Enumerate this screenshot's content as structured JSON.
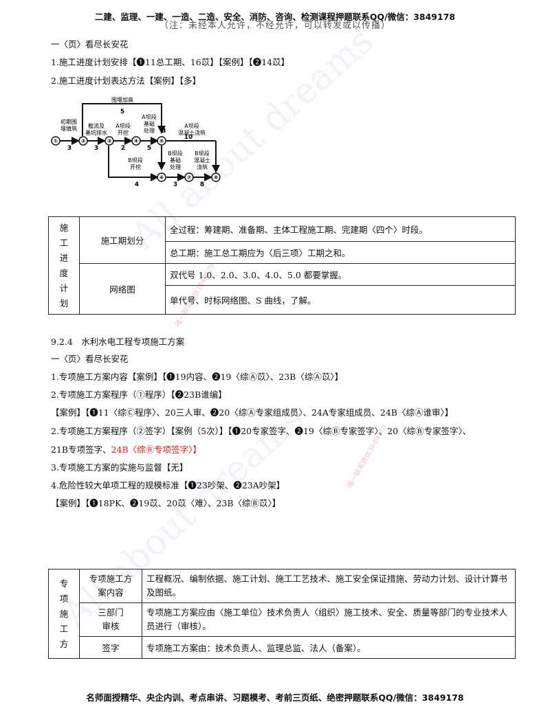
{
  "header": {
    "line1": "二建、监理、一建、一造、二造、安全、消防、咨询、检测课程押题联系QQ/微信：3849178",
    "line2": "（注：未经本人允许，不经允许，可以转发或以传播）"
  },
  "section1": {
    "title": "一〈页〉看尽长安花",
    "item1": "1.施工进度计划安排【❶11总工期、16苡】【案例】【❷14苡】",
    "item2": "2.施工进度计划表达方法【案例】【多】"
  },
  "network": {
    "nodes": [
      "①",
      "②",
      "③",
      "④",
      "⑤",
      "⑥",
      "⑦",
      "⑧"
    ],
    "act_a": "初期围",
    "act_a2": "堰填筑",
    "act_a_dur": "3",
    "act_b": "截流及",
    "act_b2": "基坑排水",
    "act_b_dur": "3",
    "act_c": "A坝段",
    "act_c2": "开挖",
    "act_c_dur": "2",
    "act_d": "A坝段",
    "act_d2": "基础",
    "act_d3": "处理",
    "act_d_dur": "5",
    "act_top": "围堰加高",
    "act_top_dur": "5",
    "act_e": "A坝段",
    "act_e2": "混凝土浇筑",
    "act_e_dur": "10",
    "label_b": "B",
    "act_f": "B坝段",
    "act_f2": "开挖",
    "act_f_dur": "4",
    "act_g": "B坝段",
    "act_g2": "基础",
    "act_g3": "处理",
    "act_g_dur": "3",
    "act_h": "B坝段",
    "act_h2": "混凝土",
    "act_h3": "浇筑",
    "act_h_dur": "8"
  },
  "table1": {
    "side": [
      "施",
      "工",
      "进",
      "度",
      "计",
      "划"
    ],
    "r1_label": "施工期划分",
    "r1a": "全过程：筹建期、准备期、主体工程施工期、完建期〈四个〉时段。",
    "r1b": "总工期：施工总工期应为〈后三项〉工期之和。",
    "r2_label": "网络图",
    "r2a": "双代号 1.0、2.0、3.0、4.0、5.0 都要掌握。",
    "r2b": "单代号、时标网络图、S 曲线，了解。"
  },
  "section2": {
    "heading": "9.2.4　水利水电工程专项施工方案",
    "title": "一〈页〉看尽长安花",
    "l1": "1.专项施工方案内容【案例】【❶19内容、❷19〈综Ⓐ苡〉、23B〈综Ⓐ苡〉】",
    "l2": "2.专项施工方案程序（①程序）【❷23B谁编】",
    "l3": "【案例】【❶11〈综Ⓒ程序〉、20三人审、❷20〈综Ⓐ专家组成员〉、24A专家组成员、24B〈综Ⓐ谁审〉】",
    "l4": "2.专项施工方案程序（②签字）【案例（5次）】【❶20专家签字、❷19〈综Ⓑ专家签字〉、20〈综Ⓑ专家签字〉、",
    "l5a": "21B专项签字、",
    "l5b": "24B〈综Ⓑ专项签字〉】",
    "l6": "3.专项施工方案的实施与监督【无】",
    "l7": "4.危险性较大单项工程的规模标准【❶23吵架、❷23A吵架】",
    "l8": "【案例】【❶18PK、❷19苡、20苡〈难〉、23B〈综Ⓑ苡〉】"
  },
  "table2": {
    "side": [
      "专",
      "项",
      "施",
      "工",
      "方"
    ],
    "r1_label_a": "专项施工方",
    "r1_label_b": "案内容",
    "r1": "工程概况、编制依据、施工计划、施工工艺技术、施工安全保证措施、劳动力计划、设计计算书及图纸。",
    "r2_label_a": "三部门",
    "r2_label_b": "审核",
    "r2": "专项施工方案应由〈施工单位〉技术负责人〈组织〉施工技术、安全、质量等部门的专业技术人员进行（审核）。",
    "r3_label": "签字",
    "r3": "专项施工方案由：技术负责人、监理总监、法人（备案）。"
  },
  "watermark": {
    "text": "All about dreams",
    "stamp": "唯一联系微信3849178"
  },
  "footer": "名师面授精华、央企内训、考点串讲、习题模考、考前三页纸、绝密押题联系QQ/微信：3849178"
}
